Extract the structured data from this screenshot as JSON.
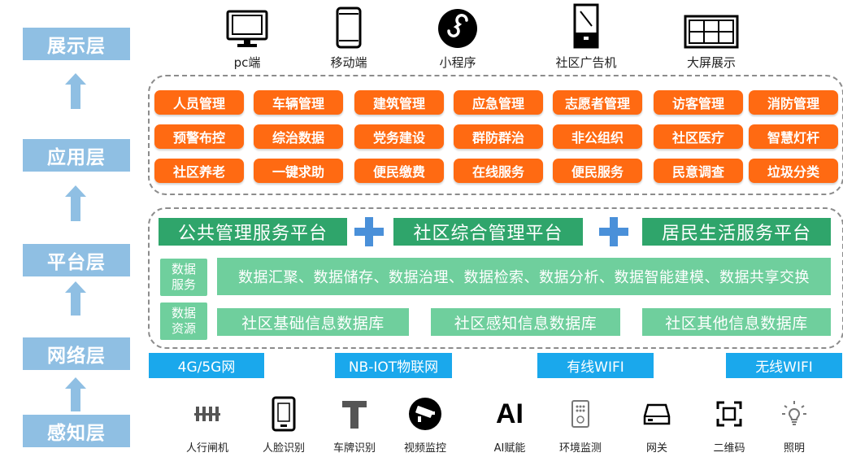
{
  "layers": {
    "display": "展示层",
    "application": "应用层",
    "platform": "平台层",
    "network": "网络层",
    "perception": "感知层"
  },
  "devices": [
    {
      "label": "pc端",
      "icon": "monitor-icon"
    },
    {
      "label": "移动端",
      "icon": "phone-icon"
    },
    {
      "label": "小程序",
      "icon": "mini-program-icon"
    },
    {
      "label": "社区广告机",
      "icon": "ad-kiosk-icon"
    },
    {
      "label": "大屏展示",
      "icon": "video-wall-icon"
    }
  ],
  "apps": [
    [
      "人员管理",
      "车辆管理",
      "建筑管理",
      "应急管理",
      "志愿者管理",
      "访客管理",
      "消防管理"
    ],
    [
      "预警布控",
      "综治数据",
      "党务建设",
      "群防群治",
      "非公组织",
      "社区医疗",
      "智慧灯杆"
    ],
    [
      "社区养老",
      "一键求助",
      "便民缴费",
      "在线服务",
      "便民服务",
      "民意调查",
      "垃圾分类"
    ]
  ],
  "platforms": [
    "公共管理服务平台",
    "社区综合管理平台",
    "居民生活服务平台"
  ],
  "data_service": {
    "label": "数据服务",
    "label_lines": [
      "数据",
      "服务"
    ],
    "content": "数据汇聚、数据储存、数据治理、数据检索、数据分析、数据智能建模、数据共享交换"
  },
  "data_resource": {
    "label": "数据资源",
    "label_lines": [
      "数据",
      "资源"
    ],
    "databases": [
      "社区基础信息数据库",
      "社区感知信息数据库",
      "社区其他信息数据库"
    ]
  },
  "networks": [
    "4G/5G网",
    "NB-IOT物联网",
    "有线WIFI",
    "无线WIFI"
  ],
  "sensors": [
    {
      "label": "人行闸机",
      "icon": "turnstile-icon"
    },
    {
      "label": "人脸识别",
      "icon": "face-recognition-icon"
    },
    {
      "label": "车牌识别",
      "icon": "barrier-gate-icon"
    },
    {
      "label": "视频监控",
      "icon": "cctv-camera-icon"
    },
    {
      "label": "AI赋能",
      "icon": "ai-icon",
      "icon_text": "AI"
    },
    {
      "label": "环境监测",
      "icon": "environment-sensor-icon"
    },
    {
      "label": "网关",
      "icon": "gateway-icon"
    },
    {
      "label": "二维码",
      "icon": "qr-scan-icon"
    },
    {
      "label": "照明",
      "icon": "light-bulb-icon"
    }
  ],
  "colors": {
    "layer_bg": "#8fbfe3",
    "app_orange": "#ff6a12",
    "platform_green": "#2fa56b",
    "light_green": "#6fcf9d",
    "network_blue": "#1aa8ec",
    "plus_blue": "#4a90d9"
  }
}
